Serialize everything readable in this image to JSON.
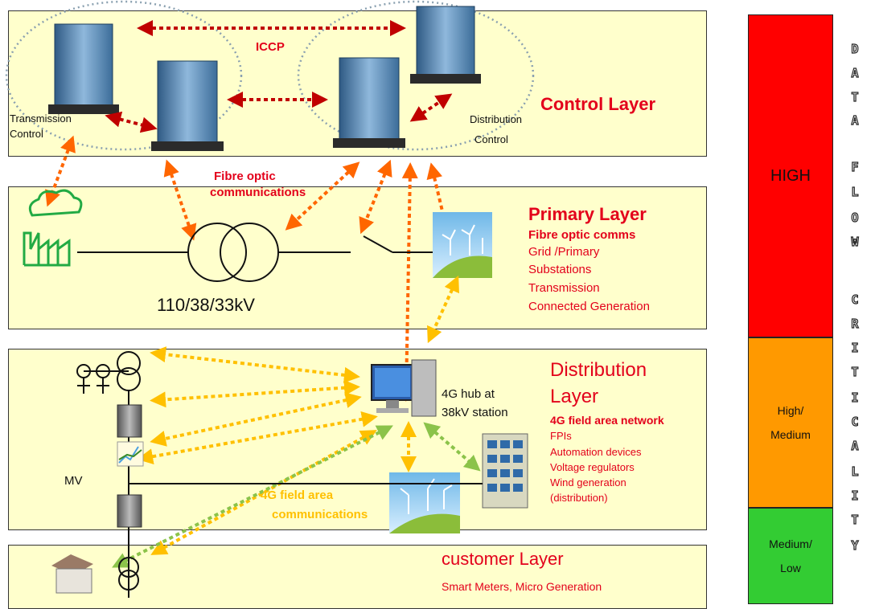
{
  "control_layer": {
    "title": "Control Layer",
    "iccp": "ICCP",
    "transmission_label_1": "Transmission",
    "transmission_label_2": "Control",
    "distribution_label_1": "Distribution",
    "distribution_label_2": "Control"
  },
  "fibre_label_1": "Fibre optic",
  "fibre_label_2": "communications",
  "primary_layer": {
    "title": "Primary Layer",
    "subtitle": "Fibre optic comms",
    "items": [
      "Grid /Primary",
      "Substations",
      "Transmission",
      "Connected Generation"
    ],
    "voltage": "110/38/33kV"
  },
  "distribution_layer": {
    "title_1": "Distribution",
    "title_2": "Layer",
    "subtitle": "4G field area network",
    "items": [
      "FPIs",
      "Automation devices",
      "Voltage regulators",
      "Wind generation",
      "(distribution)"
    ],
    "hub_1": "4G hub at",
    "hub_2": "38kV station",
    "mv": "MV",
    "field_1": "4G field area",
    "field_2": "communications"
  },
  "customer_layer": {
    "title": "customer Layer",
    "subtitle": "Smart Meters, Micro Generation"
  },
  "criticality_bar": {
    "high": "HIGH",
    "high_medium_1": "High/",
    "high_medium_2": "Medium",
    "medium_low_1": "Medium/",
    "medium_low_2": "Low",
    "colors": {
      "high": "#ff0000",
      "high_medium": "#ff9900",
      "medium_low": "#33cc33"
    }
  },
  "vertical_label": [
    "D",
    "A",
    "T",
    "A",
    "",
    "F",
    "L",
    "O",
    "W",
    "",
    "C",
    "R",
    "I",
    "T",
    "I",
    "C",
    "A",
    "L",
    "I",
    "T",
    "Y"
  ]
}
